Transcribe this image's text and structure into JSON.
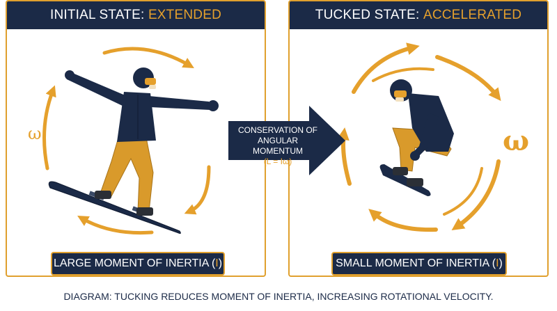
{
  "left_panel": {
    "title_prefix": "INITIAL STATE: ",
    "title_accent": "EXTENDED",
    "omega_label": "ω",
    "caption_prefix": "LARGE MOMENT OF INERTIA (",
    "caption_symbol": "I",
    "caption_suffix": ")"
  },
  "right_panel": {
    "title_prefix": "TUCKED STATE: ",
    "title_accent": "ACCELERATED",
    "omega_label": "ω",
    "caption_prefix": "SMALL MOMENT OF INERTIA (",
    "caption_symbol": "I",
    "caption_suffix": ")"
  },
  "center": {
    "line1": "CONSERVATION OF",
    "line2": "ANGULAR MOMENTUM",
    "formula": "(L = Iω)"
  },
  "footer": "DIAGRAM: TUCKING REDUCES MOMENT OF INERTIA, INCREASING ROTATIONAL VELOCITY.",
  "colors": {
    "navy": "#1b2a47",
    "gold": "#e5a02c",
    "background": "#ffffff"
  },
  "icons": [
    "rotation-arrow-icon",
    "snowboarder-extended-figure",
    "snowboarder-tucked-figure",
    "right-arrow-icon"
  ]
}
